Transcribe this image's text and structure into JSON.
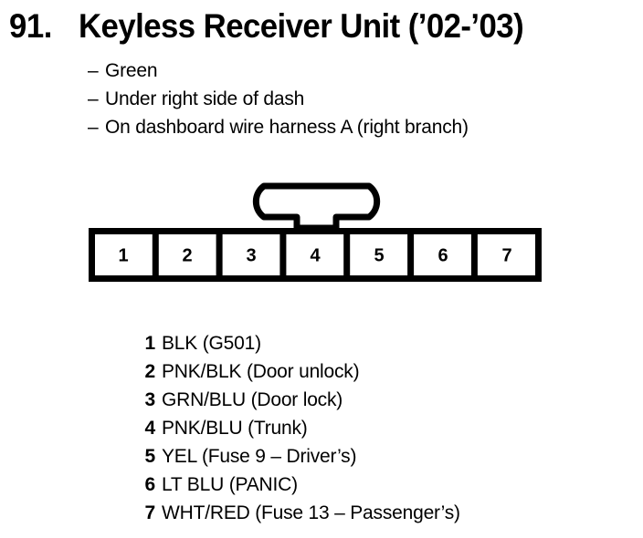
{
  "header": {
    "item_number": "91.",
    "title": "Keyless Receiver Unit (’02-’03)",
    "notes": [
      {
        "dash": "–",
        "text": "Green"
      },
      {
        "dash": "–",
        "text": "Under right side of dash"
      },
      {
        "dash": "–",
        "text": "On dashboard wire harness A (right branch)"
      }
    ]
  },
  "connector": {
    "name": "7-pin connector",
    "pin_count": 7,
    "pins": [
      "1",
      "2",
      "3",
      "4",
      "5",
      "6",
      "7"
    ],
    "locking_tab": "locking-tab",
    "outline_color": "#000000",
    "fill_color": "#ffffff"
  },
  "pin_legend": [
    {
      "pin": "1",
      "description": "BLK (G501)"
    },
    {
      "pin": "2",
      "description": "PNK/BLK (Door unlock)"
    },
    {
      "pin": "3",
      "description": "GRN/BLU (Door lock)"
    },
    {
      "pin": "4",
      "description": "PNK/BLU (Trunk)"
    },
    {
      "pin": "5",
      "description": "YEL (Fuse 9 – Driver’s)"
    },
    {
      "pin": "6",
      "description": "LT BLU (PANIC)"
    },
    {
      "pin": "7",
      "description": "WHT/RED (Fuse 13 – Passenger’s)"
    }
  ]
}
